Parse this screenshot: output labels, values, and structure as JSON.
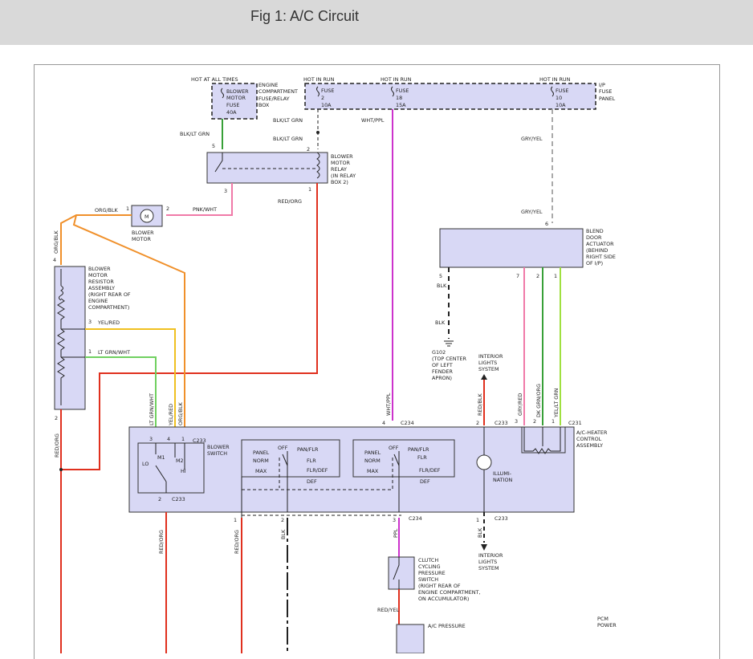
{
  "header": {
    "title": "Fig 1: A/C Circuit"
  },
  "colors": {
    "header_bg": "#d9d9d9",
    "component_fill": "#d8d8f5",
    "orange": "#f0902a",
    "red": "#e0301e",
    "green": "#38a038",
    "pink": "#f07aa8",
    "magenta": "#cc33cc",
    "grey": "#aaaaaa",
    "yellow": "#f0c020",
    "ltgreen": "#a0e040"
  },
  "labels": {
    "hot_all_times": "HOT AT ALL TIMES",
    "hot_run": "HOT IN RUN",
    "ecfrb": [
      "ENGINE",
      "COMPARTMENT",
      "FUSE/RELAY",
      "BOX"
    ],
    "fuse_bm": [
      "BLOWER",
      "MOTOR",
      "FUSE",
      "40A"
    ],
    "fuse2": [
      "FUSE",
      "2",
      "10A"
    ],
    "fuse18": [
      "FUSE",
      "18",
      "15A"
    ],
    "fuse10": [
      "FUSE",
      "10",
      "10A"
    ],
    "ip_panel": [
      "I/P",
      "FUSE",
      "PANEL"
    ],
    "relay": [
      "BLOWER",
      "MOTOR",
      "RELAY",
      "(IN RELAY",
      "BOX 2)"
    ],
    "blower_motor": [
      "BLOWER",
      "MOTOR"
    ],
    "resistor": [
      "BLOWER",
      "MOTOR",
      "RESISTOR",
      "ASSEMBLY",
      "(RIGHT REAR OF",
      "ENGINE",
      "COMPARTMENT)"
    ],
    "blend": [
      "BLEND",
      "DOOR",
      "ACTUATOR",
      "(BEHIND",
      "RIGHT SIDE",
      "OF I/P)"
    ],
    "g102": [
      "G102",
      "(TOP CENTER",
      "OF LEFT",
      "FENDER",
      "APRON)"
    ],
    "int_lights": [
      "INTERIOR",
      "LIGHTS",
      "SYSTEM"
    ],
    "ac_heater": [
      "A/C-HEATER",
      "CONTROL",
      "ASSEMBLY"
    ],
    "blower_switch": [
      "BLOWER",
      "SWITCH"
    ],
    "illum": [
      "ILLUMI-",
      "NATION"
    ],
    "clutch": [
      "CLUTCH",
      "CYCLING",
      "PRESSURE",
      "SWITCH",
      "(RIGHT REAR OF",
      "ENGINE COMPARTMENT,",
      "ON ACCUMULATOR)"
    ],
    "ac_pressure": "A/C PRESSURE",
    "pcm": [
      "PCM",
      "POWER"
    ],
    "modes_left": [
      "PANEL",
      "NORM",
      "MAX"
    ],
    "modes_right": [
      "PAN/FLR",
      "FLR",
      "FLR/DEF",
      "DEF"
    ],
    "off": "OFF",
    "speeds": {
      "lo": "LO",
      "m1": "M1",
      "m2": "M2",
      "hi": "HI"
    },
    "motor_symbol": "M"
  },
  "wires": {
    "blk_ltgrn": "BLK/LT GRN",
    "wht_ppl": "WHT/PPL",
    "gry_yel": "GRY/YEL",
    "org_blk": "ORG/BLK",
    "pnk_wht": "PNK/WHT",
    "red_org": "RED/ORG",
    "yel_red": "YEL/RED",
    "ltgrn_wht": "LT GRN/WHT",
    "blk": "BLK",
    "red_blk": "RED/BLK",
    "gry_red": "GRY/RED",
    "dkgrn_org": "DK GRN/ORG",
    "yel_ltgrn": "YEL/LT GRN",
    "ppl": "PPL",
    "red_yel": "RED/YEL"
  },
  "connectors": {
    "c233": "C233",
    "c234": "C234",
    "c231": "C231"
  },
  "pins": {
    "p1": "1",
    "p2": "2",
    "p3": "3",
    "p4": "4",
    "p5": "5",
    "p6": "6",
    "p7": "7"
  }
}
